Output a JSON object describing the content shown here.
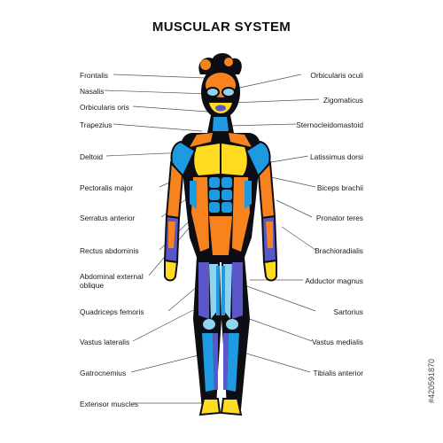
{
  "title": "MUSCULAR SYSTEM",
  "stock_id": "#420591870",
  "colors": {
    "orange": "#f7831f",
    "yellow": "#ffdc22",
    "blue": "#1e9be0",
    "lightblue": "#8fd3ef",
    "purple": "#5b57c8",
    "dark": "#0d0d14",
    "line": "#555555"
  },
  "labels_left": [
    {
      "text": "Frontalis"
    },
    {
      "text": "Nasalis"
    },
    {
      "text": "Orbicularis oris"
    },
    {
      "text": "Trapezius"
    },
    {
      "text": "Deltoid"
    },
    {
      "text": "Pectoralis major"
    },
    {
      "text": "Serratus anterior"
    },
    {
      "text": "Rectus abdominis"
    },
    {
      "text": "Abdominal external oblique"
    },
    {
      "text": "Quadriceps femoris"
    },
    {
      "text": "Vastus lateralis"
    },
    {
      "text": "Gatrocnemius"
    },
    {
      "text": "Extensor muscles"
    }
  ],
  "labels_right": [
    {
      "text": "Orbicularis oculi"
    },
    {
      "text": "Zigomaticus"
    },
    {
      "text": "Sternocleidomastoid"
    },
    {
      "text": "Latissimus dorsi"
    },
    {
      "text": "Biceps brachii"
    },
    {
      "text": "Pronator teres"
    },
    {
      "text": "Brachioradialis"
    },
    {
      "text": "Adductor magnus"
    },
    {
      "text": "Sartorius"
    },
    {
      "text": "Vastus medialis"
    },
    {
      "text": "Tibialis anterior"
    }
  ]
}
